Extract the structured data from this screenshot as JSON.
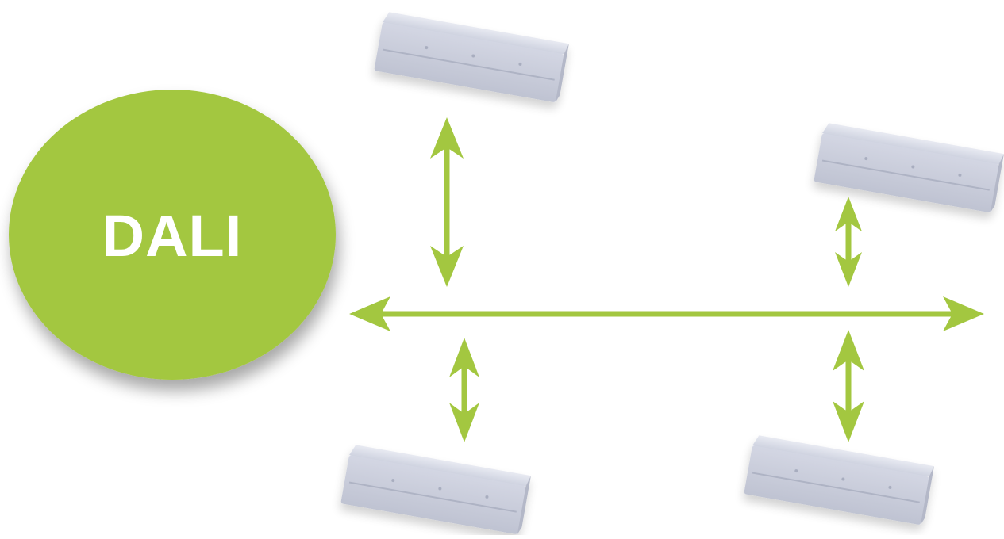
{
  "controller": {
    "label": "DALI",
    "color": "#a3c740",
    "text_color": "#ffffff"
  },
  "bus": {
    "color": "#a3c740",
    "arrow_style": "double-headed"
  },
  "devices": [
    {
      "name": "device-top-left",
      "kind": "luminaire-module",
      "color": "#d7dae6"
    },
    {
      "name": "device-top-right",
      "kind": "luminaire-module",
      "color": "#d7dae6"
    },
    {
      "name": "device-bottom-left",
      "kind": "luminaire-module",
      "color": "#d7dae6"
    },
    {
      "name": "device-bottom-right",
      "kind": "luminaire-module",
      "color": "#d7dae6"
    }
  ]
}
